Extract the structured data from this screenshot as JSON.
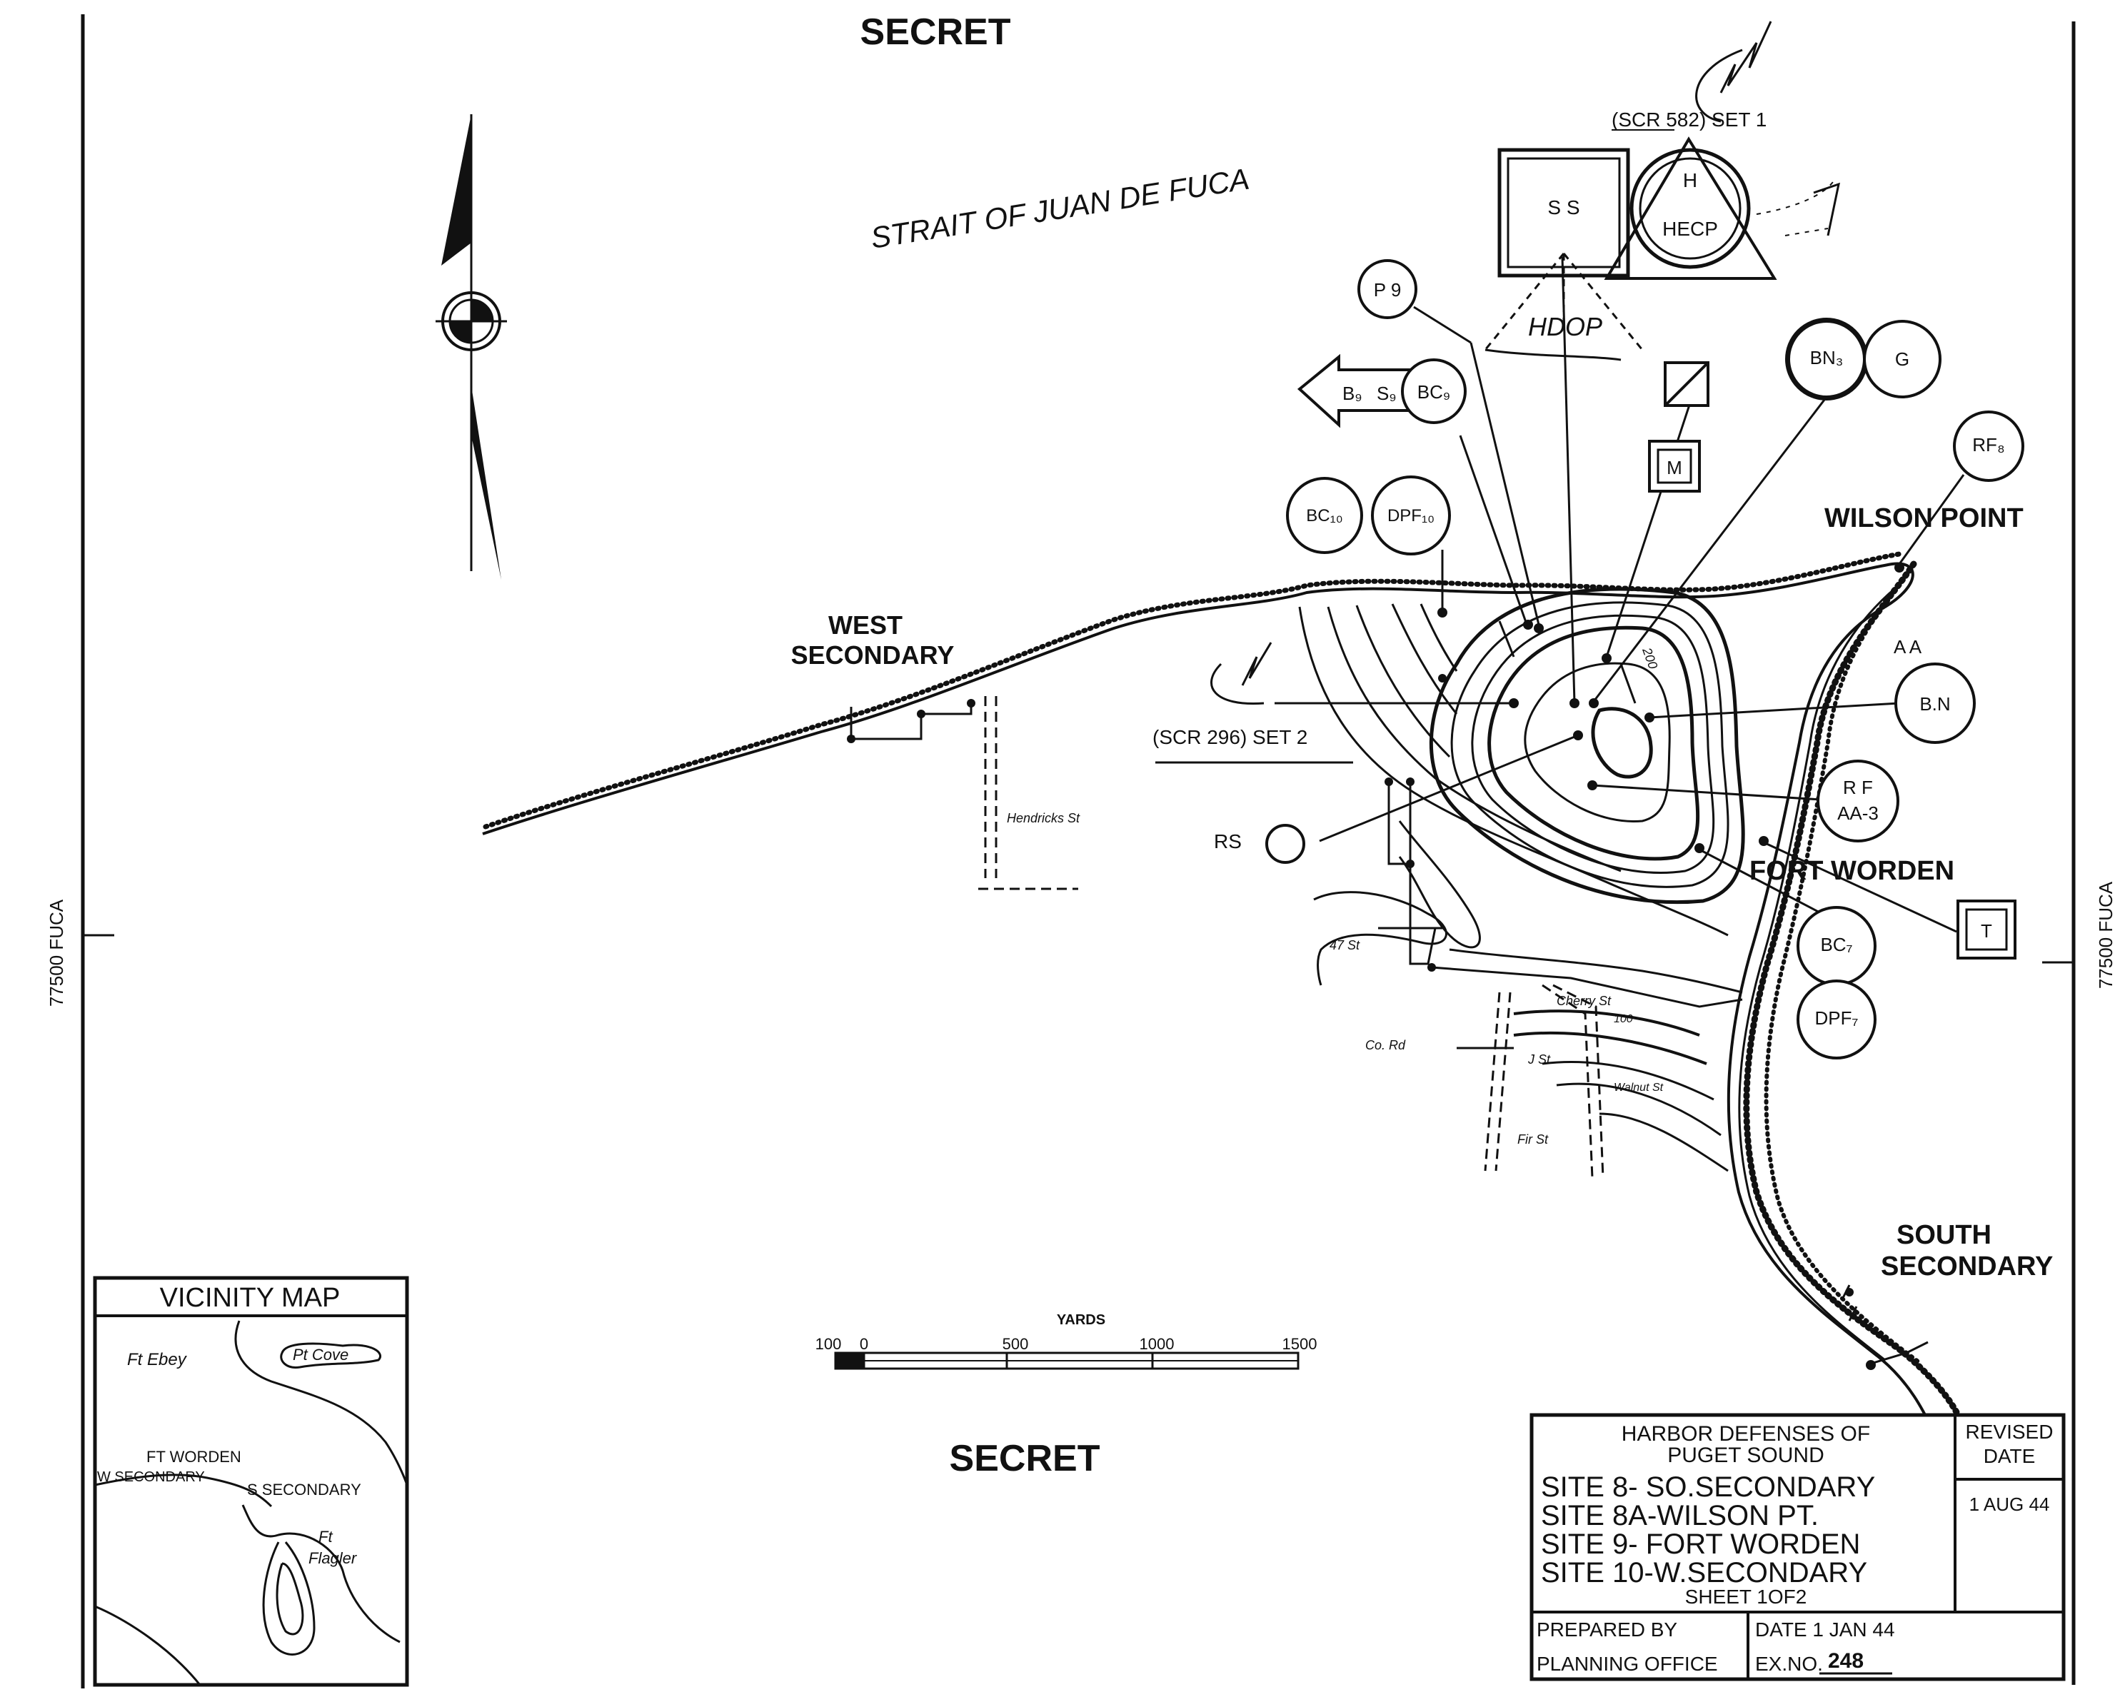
{
  "classification": "SECRET",
  "water": {
    "strait": "STRAIT OF JUAN DE FUCA"
  },
  "places": {
    "west_secondary_1": "WEST",
    "west_secondary_2": "SECONDARY",
    "wilson_point": "WILSON POINT",
    "fort_worden": "FORT WORDEN",
    "south_secondary_1": "SOUTH",
    "south_secondary_2": "SECONDARY"
  },
  "grid_labels": {
    "left": "77500 FUCA",
    "right": "77500 FUCA"
  },
  "radio_sets": {
    "set1": "(SCR 582) SET 1",
    "set2": "(SCR 296) SET 2"
  },
  "stations": {
    "ss": "S S",
    "h": "H",
    "hecp": "HECP",
    "p9": "P 9",
    "b9": "B₉",
    "s9": "S₉",
    "bc9": "BC₉",
    "hdop": "HDOP",
    "m": "M",
    "bn3": "BN₃",
    "g": "G",
    "rf8": "RF₈",
    "bc10": "BC₁₀",
    "dpf10": "DPF₁₀",
    "aa": "A  A",
    "bn": "B.N",
    "rf_aa3_line1": "R F",
    "rf_aa3_line2": "AA-3",
    "rs": "RS",
    "t": "T",
    "bc7": "BC₇",
    "dpf7": "DPF₇"
  },
  "streets": {
    "hendricks": "Hendricks St",
    "forty_seventh": "47 St",
    "cherry": "Cherry St",
    "co_rd": "Co. Rd",
    "j_st": "J St",
    "walnut": "Walnut St",
    "fir": "Fir St",
    "contour_100": "100",
    "contour_200": "200"
  },
  "scale_bar": {
    "unit": "YARDS",
    "labels": [
      "100",
      "0",
      "500",
      "1000",
      "1500"
    ]
  },
  "vicinity_map": {
    "title": "VICINITY MAP",
    "labels": {
      "ft_ebey": "Ft Ebey",
      "pt_cove": "Pt Cove",
      "ft_worden": "FT WORDEN",
      "w_secondary": "W SECONDARY",
      "s_secondary": "S SECONDARY",
      "ft_flagler_1": "Ft",
      "ft_flagler_2": "Flagler"
    }
  },
  "title_block": {
    "org_line1": "HARBOR DEFENSES OF",
    "org_line2": "PUGET SOUND",
    "sites": [
      "SITE 8- SO.SECONDARY",
      "SITE 8A-WILSON PT.",
      "SITE 9- FORT WORDEN",
      "SITE 10-W.SECONDARY"
    ],
    "sheet": "SHEET 1OF2",
    "revised_label_1": "REVISED",
    "revised_label_2": "DATE",
    "revised_date": "1 AUG 44",
    "prepared_by_label": "PREPARED BY",
    "prepared_by": "PLANNING OFFICE",
    "date": "DATE 1 JAN 44",
    "ex_no_label": "EX.NO.",
    "ex_no": "248"
  }
}
